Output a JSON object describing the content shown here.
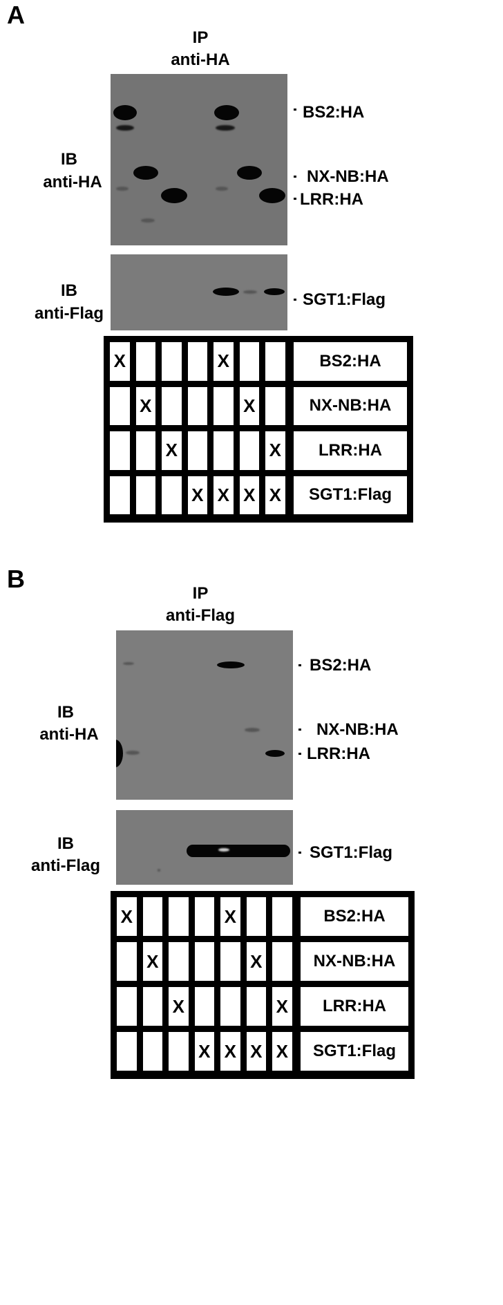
{
  "panels": [
    {
      "letter": "A",
      "ip_label": "IP",
      "ip_antibody": "anti-HA",
      "blots": [
        {
          "ib_label": "IB",
          "ib_antibody": "anti-HA",
          "markers": [
            "BS2:HA",
            "NX-NB:HA",
            "LRR:HA"
          ]
        },
        {
          "ib_label": "IB",
          "ib_antibody": "anti-Flag",
          "markers": [
            "SGT1:Flag"
          ]
        }
      ],
      "table": {
        "rows": [
          {
            "label": "BS2:HA",
            "cells": [
              "X",
              "",
              "",
              "",
              "X",
              "",
              ""
            ]
          },
          {
            "label": "NX-NB:HA",
            "cells": [
              "",
              "X",
              "",
              "",
              "",
              "X",
              ""
            ]
          },
          {
            "label": "LRR:HA",
            "cells": [
              "",
              "",
              "X",
              "",
              "",
              "",
              "X"
            ]
          },
          {
            "label": "SGT1:Flag",
            "cells": [
              "",
              "",
              "",
              "X",
              "X",
              "X",
              "X"
            ]
          }
        ]
      }
    },
    {
      "letter": "B",
      "ip_label": "IP",
      "ip_antibody": "anti-Flag",
      "blots": [
        {
          "ib_label": "IB",
          "ib_antibody": "anti-HA",
          "markers": [
            "BS2:HA",
            "NX-NB:HA",
            "LRR:HA"
          ]
        },
        {
          "ib_label": "IB",
          "ib_antibody": "anti-Flag",
          "markers": [
            "SGT1:Flag"
          ]
        }
      ],
      "table": {
        "rows": [
          {
            "label": "BS2:HA",
            "cells": [
              "X",
              "",
              "",
              "",
              "X",
              "",
              ""
            ]
          },
          {
            "label": "NX-NB:HA",
            "cells": [
              "",
              "X",
              "",
              "",
              "",
              "X",
              ""
            ]
          },
          {
            "label": "LRR:HA",
            "cells": [
              "",
              "",
              "X",
              "",
              "",
              "",
              "X"
            ]
          },
          {
            "label": "SGT1:Flag",
            "cells": [
              "",
              "",
              "",
              "X",
              "X",
              "X",
              "X"
            ]
          }
        ]
      }
    }
  ]
}
